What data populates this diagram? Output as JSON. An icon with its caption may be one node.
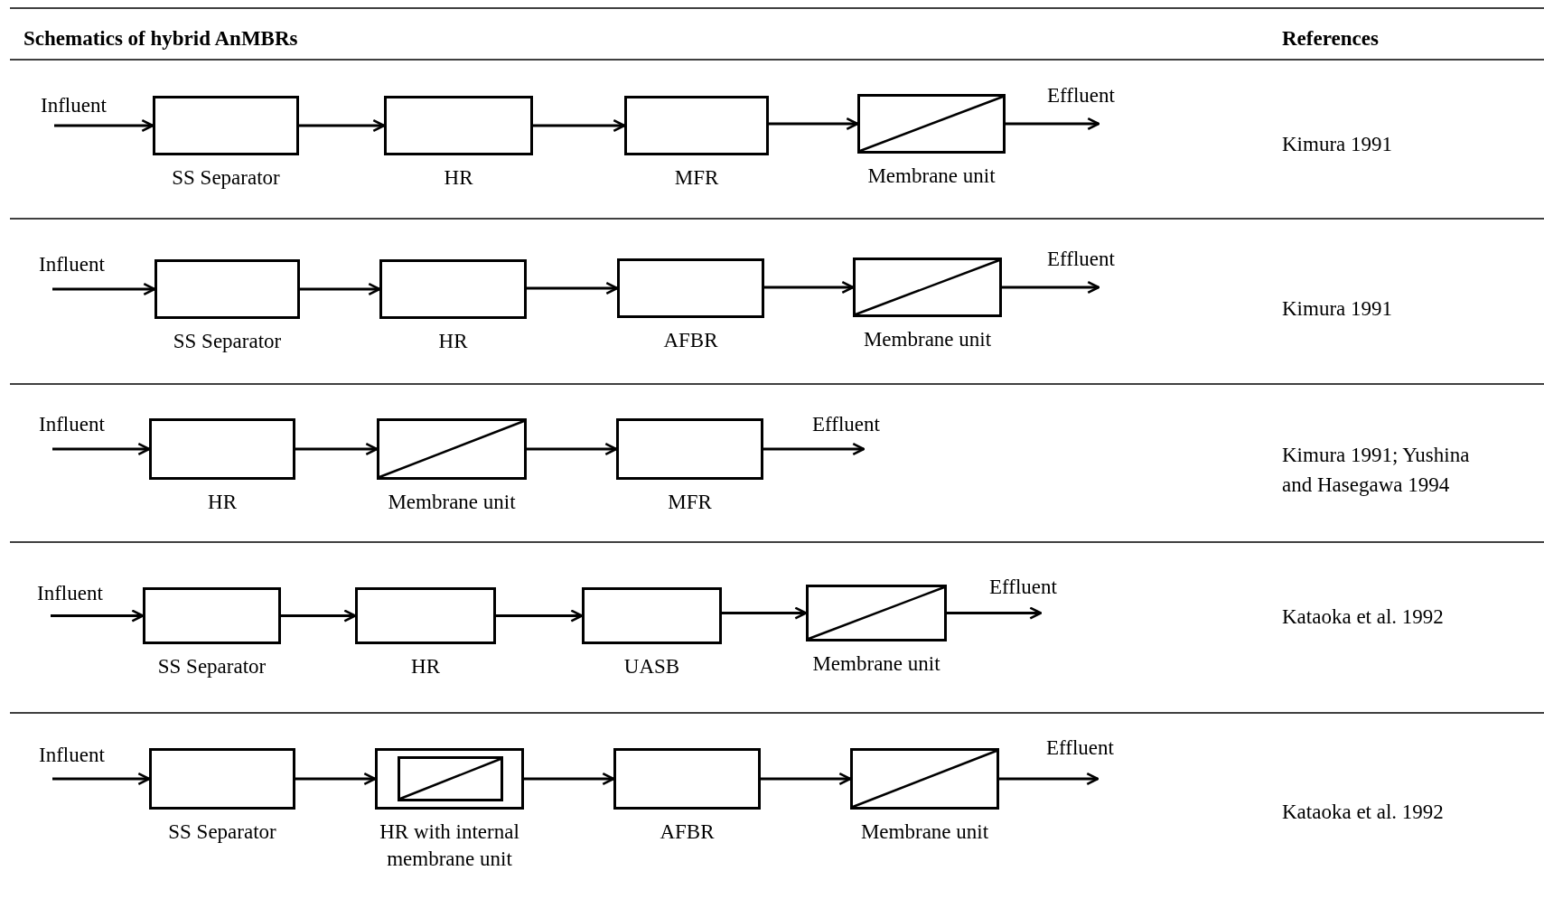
{
  "diagram": {
    "nodes": [
      {
        "text": [
          "Influent"
        ]
      },
      {
        "text": [],
        "shape": "box",
        "beside": [
          "SS Separator"
        ]
      },
      {
        "text": [],
        "shape": "box",
        "beside": [
          "HR"
        ]
      },
      {
        "text": [],
        "shape": "box",
        "beside": [
          "MFR"
        ]
      },
      {
        "text": [],
        "shape": "membrane",
        "beside": [
          "Membrane unit"
        ]
      },
      {
        "text": [
          "Effluent"
        ]
      },
      {
        "text": [
          "Influent"
        ]
      },
      {
        "text": [],
        "shape": "box",
        "beside": [
          "SS Separator"
        ]
      },
      {
        "text": [],
        "shape": "box",
        "beside": [
          "HR"
        ]
      },
      {
        "text": [],
        "shape": "box",
        "beside": [
          "AFBR"
        ]
      },
      {
        "text": [],
        "shape": "membrane",
        "beside": [
          "Membrane unit"
        ]
      },
      {
        "text": [
          "Effluent"
        ]
      },
      {
        "text": [
          "Influent"
        ]
      },
      {
        "text": [],
        "shape": "box",
        "beside": [
          "HR"
        ]
      },
      {
        "text": [],
        "shape": "membrane",
        "beside": [
          "Membrane unit"
        ]
      },
      {
        "text": [],
        "shape": "box",
        "beside": [
          "MFR"
        ]
      },
      {
        "text": [
          "Effluent"
        ]
      },
      {
        "text": [
          "Influent"
        ]
      },
      {
        "text": [],
        "shape": "box",
        "beside": [
          "SS Separator"
        ]
      },
      {
        "text": [],
        "shape": "box",
        "beside": [
          "HR"
        ]
      },
      {
        "text": [],
        "shape": "box",
        "beside": [
          "UASB"
        ]
      },
      {
        "text": [],
        "shape": "membrane",
        "beside": [
          "Membrane unit"
        ]
      },
      {
        "text": [
          "Effluent"
        ]
      },
      {
        "text": [
          "Influent"
        ]
      },
      {
        "text": [],
        "shape": "box",
        "beside": [
          "SS Separator"
        ]
      },
      {
        "text": [],
        "shape": "box",
        "beside": [
          "HR with internal membrane unit"
        ]
      },
      {
        "text": [],
        "shape": "membrane",
        "in": 25
      },
      {
        "text": [],
        "shape": "box",
        "beside": [
          "AFBR"
        ]
      },
      {
        "text": [],
        "shape": "membrane",
        "beside": [
          "Membrane unit"
        ]
      },
      {
        "text": [
          "Effluent"
        ]
      }
    ],
    "edges": [
      {
        "from": 0,
        "to": 1,
        "arrow": "to"
      },
      {
        "from": 1,
        "to": 2,
        "arrow": "to"
      },
      {
        "from": 2,
        "to": 3,
        "arrow": "to"
      },
      {
        "from": 3,
        "to": 4,
        "arrow": "to"
      },
      {
        "from": 4,
        "to": 5,
        "arrow": "to"
      },
      {
        "from": 6,
        "to": 7,
        "arrow": "to"
      },
      {
        "from": 7,
        "to": 8,
        "arrow": "to"
      },
      {
        "from": 8,
        "to": 9,
        "arrow": "to"
      },
      {
        "from": 9,
        "to": 10,
        "arrow": "to"
      },
      {
        "from": 10,
        "to": 11,
        "arrow": "to"
      },
      {
        "from": 12,
        "to": 13,
        "arrow": "to"
      },
      {
        "from": 13,
        "to": 14,
        "arrow": "to"
      },
      {
        "from": 14,
        "to": 15,
        "arrow": "to"
      },
      {
        "from": 15,
        "to": 16,
        "arrow": "to"
      },
      {
        "from": 17,
        "to": 18,
        "arrow": "to"
      },
      {
        "from": 18,
        "to": 19,
        "arrow": "to"
      },
      {
        "from": 19,
        "to": 20,
        "arrow": "to"
      },
      {
        "from": 20,
        "to": 21,
        "arrow": "to"
      },
      {
        "from": 21,
        "to": 22,
        "arrow": "to"
      },
      {
        "from": 23,
        "to": 24,
        "arrow": "to"
      },
      {
        "from": 24,
        "to": 25,
        "arrow": "to"
      },
      {
        "from": 25,
        "to": 27,
        "arrow": "to"
      },
      {
        "from": 27,
        "to": 28,
        "arrow": "to"
      },
      {
        "from": 28,
        "to": 29,
        "arrow": "to"
      }
    ],
    "labels": [
      "Schematics of hybrid AnMBRs",
      "References",
      "Kimura 1991",
      "Kimura 1991",
      "Kimura 1991; Yushina and Hasegawa 1994",
      "Kataoka et al. 1992",
      "Kataoka et al. 1992"
    ]
  }
}
